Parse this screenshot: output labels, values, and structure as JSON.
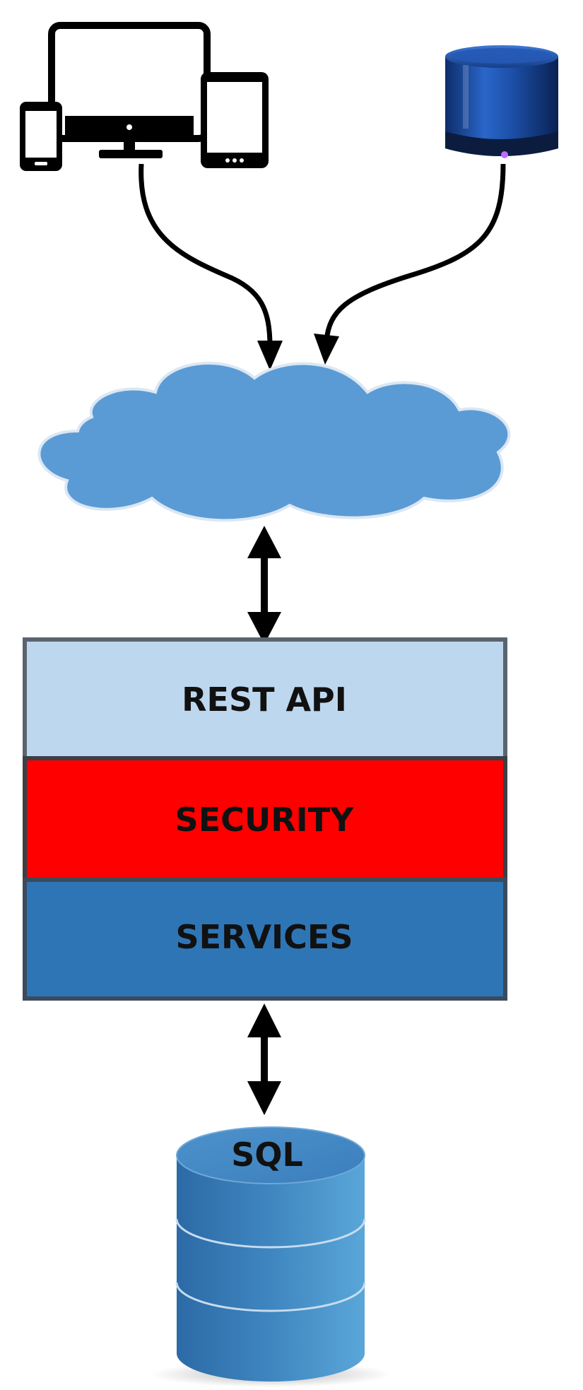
{
  "diagram": {
    "clients": {
      "devices_icon": "multi-device-icon",
      "speaker_icon": "smart-speaker-icon"
    },
    "cloud_icon": "cloud-icon",
    "stack": {
      "layers": [
        {
          "label": "REST API",
          "color": "#bdd7ee"
        },
        {
          "label": "SECURITY",
          "color": "#ff0000"
        },
        {
          "label": "SERVICES",
          "color": "#2e75b6"
        }
      ],
      "border_color": "#5a6470"
    },
    "database": {
      "label": "SQL",
      "icon": "database-icon",
      "color": "#3f86c0"
    },
    "colors": {
      "cloud": "#5b9bd5",
      "arrow": "#000000",
      "speaker": "#1f4fa0"
    }
  }
}
